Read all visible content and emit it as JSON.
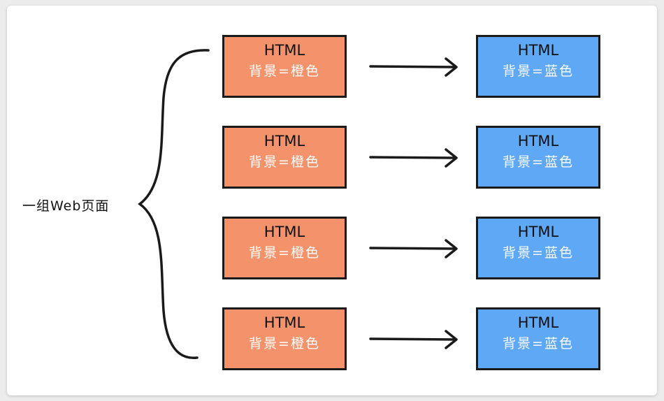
{
  "group_label": "一组Web页面",
  "colors": {
    "orange": "#f4936b",
    "blue": "#5fa8f5",
    "stroke": "#1a1a1a"
  },
  "rows": [
    {
      "left": {
        "title": "HTML",
        "desc": "背景=橙色"
      },
      "right": {
        "title": "HTML",
        "desc": "背景=蓝色"
      }
    },
    {
      "left": {
        "title": "HTML",
        "desc": "背景=橙色"
      },
      "right": {
        "title": "HTML",
        "desc": "背景=蓝色"
      }
    },
    {
      "left": {
        "title": "HTML",
        "desc": "背景=橙色"
      },
      "right": {
        "title": "HTML",
        "desc": "背景=蓝色"
      }
    },
    {
      "left": {
        "title": "HTML",
        "desc": "背景=橙色"
      },
      "right": {
        "title": "HTML",
        "desc": "背景=蓝色"
      }
    }
  ]
}
